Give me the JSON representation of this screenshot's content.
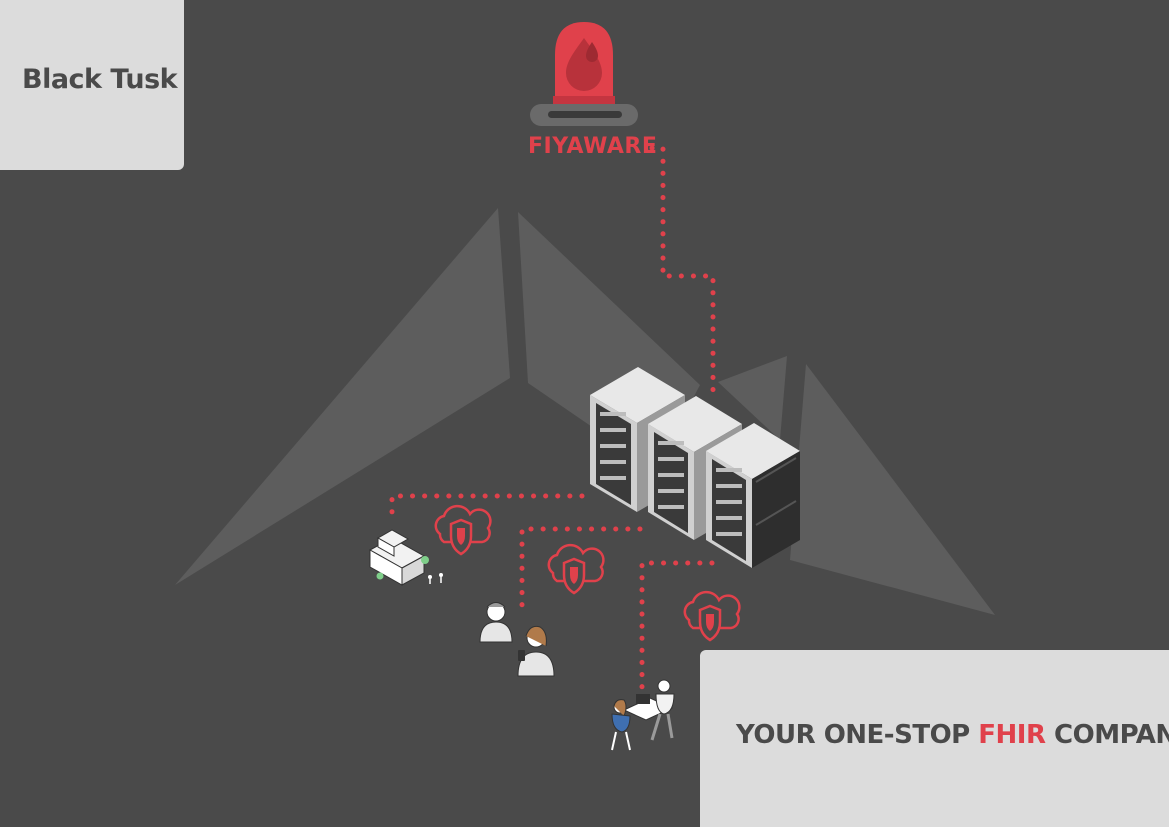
{
  "brand": {
    "name": "Black Tusk"
  },
  "alert": {
    "label": "FIYAWARE"
  },
  "tagline": {
    "prefix": "YOUR ONE-STOP ",
    "highlight": "FHIR",
    "suffix": " COMPANY"
  },
  "colors": {
    "background": "#4a4a4a",
    "card": "#dcdcdc",
    "accent": "#e0414b",
    "text_dark": "#4a4a4a",
    "mountain": "#5d5d5d"
  },
  "icons": [
    "siren-icon",
    "blood-drop-icon",
    "cloud-shield-icon",
    "server-rack-icon",
    "hospital-building-icon",
    "doctor-patient-icon",
    "consultation-desk-icon"
  ]
}
